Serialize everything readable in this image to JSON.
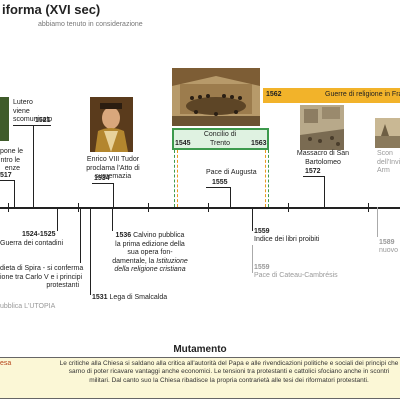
{
  "header": {
    "title": "iforma (XVI sec)",
    "subtitle": "abbiamo tenuto in considerazione"
  },
  "events_top": {
    "lutero": "Lutero viene scomunicato",
    "lutero_year": "1521",
    "left_cut": "pone le\nntro le\nenze",
    "left_cut_year": "517",
    "enrico": "Enrico VIII Tudor proclama l'Atto di supremazia",
    "enrico_year": "1534",
    "concilio": "Concilio di Trento",
    "concilio_start": "1545",
    "concilio_end": "1563",
    "augusta": "Pace di Augusta",
    "augusta_year": "1555",
    "guerre_year": "1562",
    "guerre": "Guerre di religione in Fran",
    "massacro": "Massacro di San Bartolomeo",
    "massacro_year": "1572",
    "sconfitta": "Scon\ndell'Invi\nArm"
  },
  "events_bottom": {
    "contadini_year": "1524-1525",
    "contadini": "Guerra dei contadini",
    "spira": "dieta di Spira - si conferma\nione tra Carlo V e i principi\nprotestanti",
    "calvino_year": "1536",
    "calvino_pre": "Calvino pubblica la prima edizione della sua opera fon-damentale, la",
    "calvino_book": "Istituzione della religione cristiana",
    "smalcalda_year": "1531",
    "smalcalda": "Lega di Smalcalda",
    "utopia": "ubblica L'UTOPIA",
    "indice_year": "1559",
    "indice": "Indice dei libri proibiti",
    "cateau_year": "1559",
    "cateau": "Pace di Cateau-Cambrésis",
    "right_year": "1589",
    "right_text": "nuovo"
  },
  "mutamento": {
    "title": "Mutamento",
    "left_label": "esa",
    "text": "Le critiche alla Chiesa si saldano alla critica all'autorità del Papa e alle rivendicazioni politiche e sociali dei principi che sarno di poter ricavare vantaggi anche economici. Le tensioni tra protestanti e cattolici sfociano anche in scontri militari. Dal canto suo la Chiesa ribadisce la propria contrarietà alle tesi   dei riformatori protestanti."
  },
  "colors": {
    "axis": "#222222",
    "orange_band": "#f2b32a",
    "council_border": "#3d9a4d",
    "council_fill": "#dff2e1",
    "mutamento_fill": "#fbf7d6"
  }
}
